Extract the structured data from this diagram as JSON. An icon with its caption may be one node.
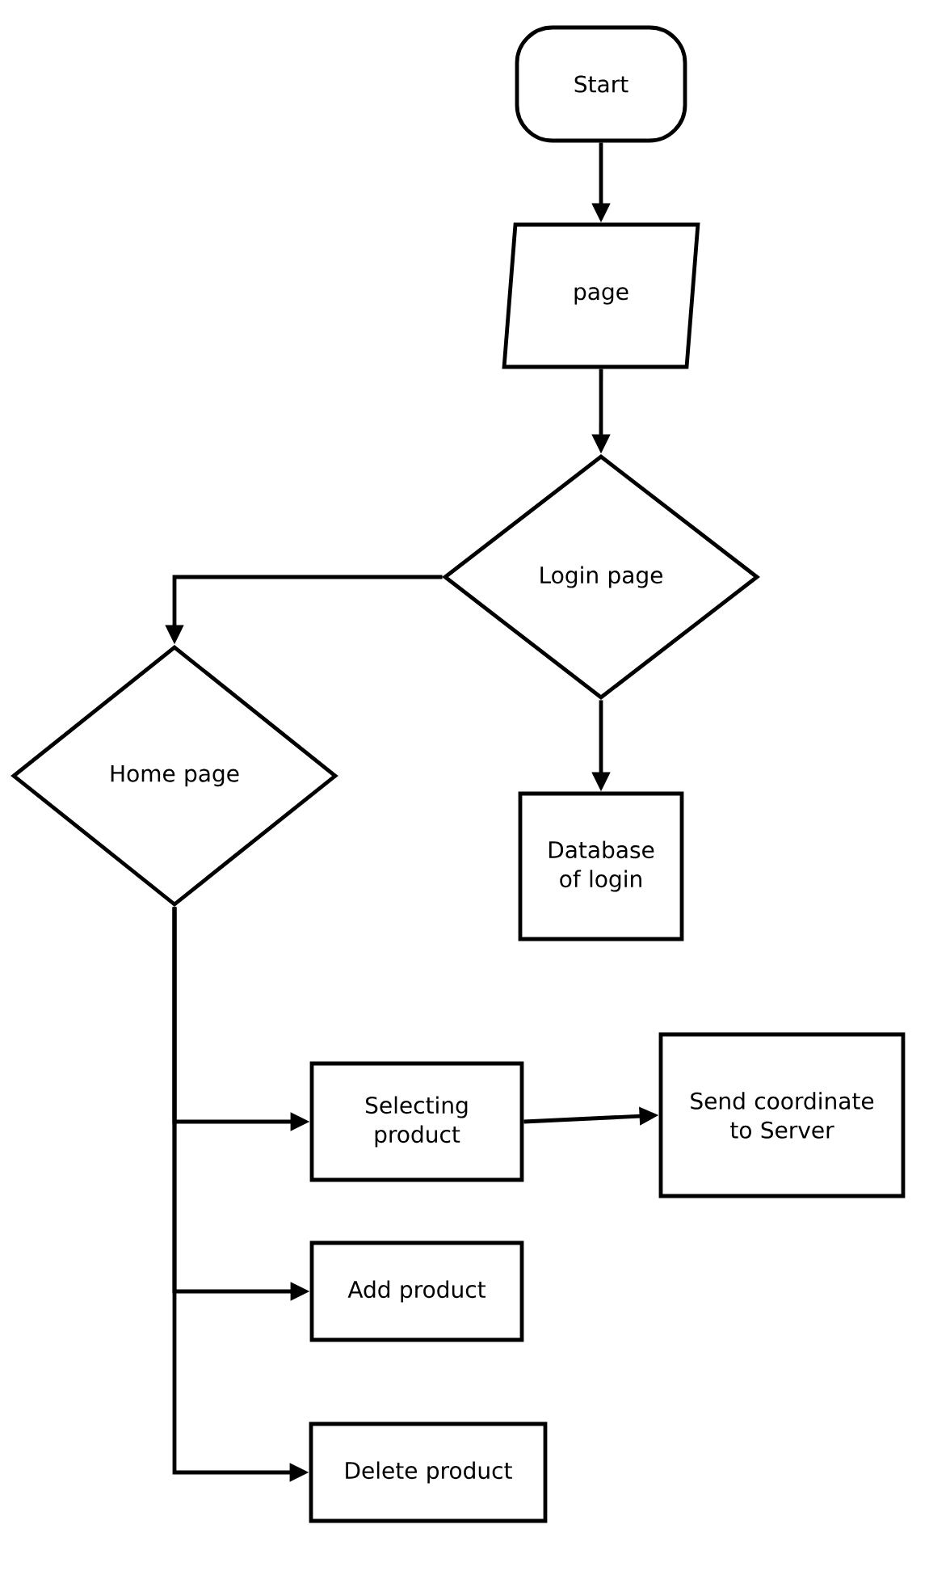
{
  "diagram": {
    "nodes": [
      {
        "text": [
          "Start"
        ]
      },
      {
        "text": [
          "page"
        ]
      },
      {
        "text": [
          "Login page"
        ]
      },
      {
        "text": [
          "Home page"
        ]
      },
      {
        "text": [
          "Database of login"
        ]
      },
      {
        "text": [
          "Selecting product"
        ]
      },
      {
        "text": [
          "Send coordinate to Server"
        ]
      },
      {
        "text": [
          "Add product"
        ]
      },
      {
        "text": [
          "Delete product"
        ]
      }
    ],
    "edges": [
      {
        "from": 0,
        "to": 1,
        "arrow": "to"
      },
      {
        "from": 1,
        "to": 2,
        "arrow": "to"
      },
      {
        "from": 2,
        "to": 3,
        "arrow": "to"
      },
      {
        "from": 2,
        "to": 4,
        "arrow": "to"
      },
      {
        "from": 3,
        "to": 5,
        "arrow": "to"
      },
      {
        "from": 3,
        "to": 7,
        "arrow": "to"
      },
      {
        "from": 3,
        "to": 8,
        "arrow": "to"
      },
      {
        "from": 5,
        "to": 6,
        "arrow": "to"
      }
    ]
  }
}
